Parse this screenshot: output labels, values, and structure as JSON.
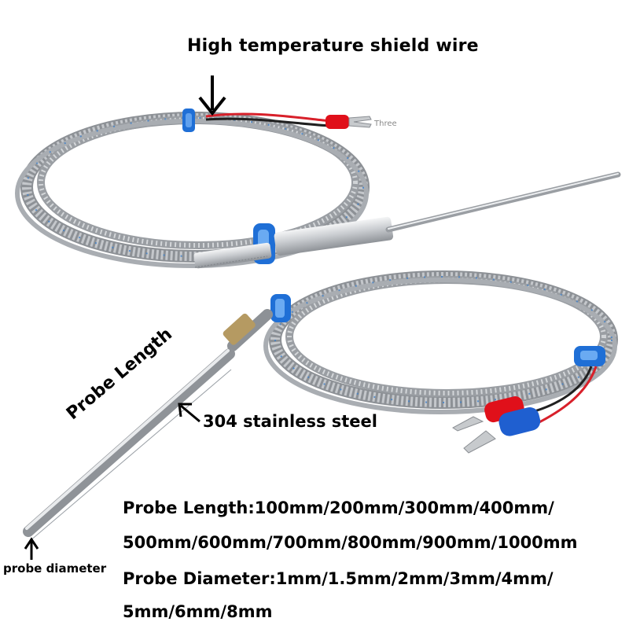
{
  "labels": {
    "title": "High temperature shield wire",
    "material": "304 stainless steel",
    "probe_length": "Probe Length",
    "probe_diameter": "probe diameter",
    "three_tag": "Three"
  },
  "specs": {
    "length_line1": "Probe Length:100mm/200mm/300mm/400mm/",
    "length_line2": "500mm/600mm/700mm/800mm/900mm/1000mm",
    "diameter_line1": "Probe Diameter:1mm/1.5mm/2mm/3mm/4mm/",
    "diameter_line2": "5mm/6mm/8mm"
  },
  "colors": {
    "braid": "#b9bcc0",
    "braid_dark": "#8d9196",
    "tie_blue": "#1f6fd6",
    "terminal_red": "#e0101a",
    "terminal_blue": "#1f5fd0",
    "wire_red": "#d8202a"
  }
}
